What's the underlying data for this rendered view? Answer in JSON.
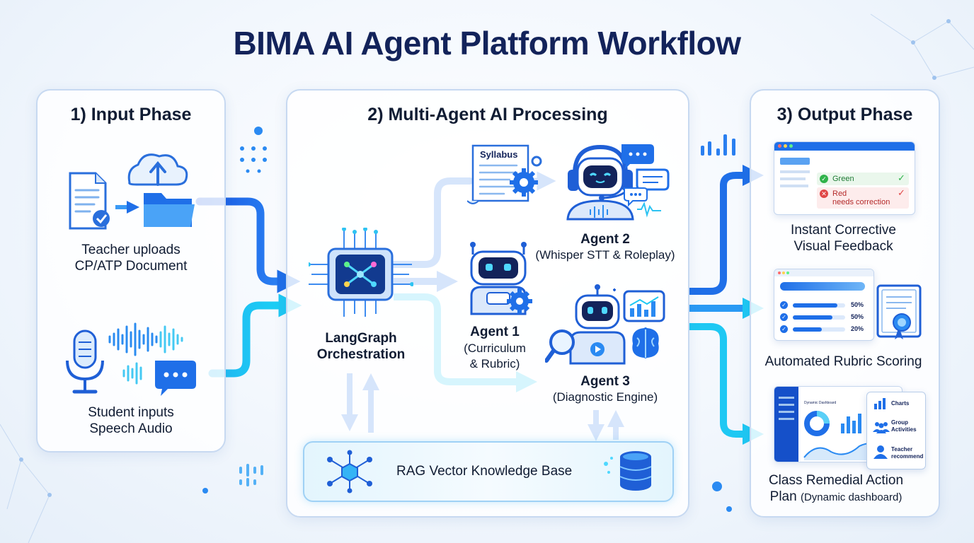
{
  "title": "BIMA AI Agent Platform Workflow",
  "input_phase": {
    "title": "1) Input Phase",
    "teacher_label": [
      "Teacher uploads",
      "CP/ATP Document"
    ],
    "student_label": [
      "Student inputs",
      "Speech Audio"
    ]
  },
  "processing": {
    "title": "2) Multi-Agent AI Processing",
    "orchestrator": [
      "LangGraph",
      "Orchestration"
    ],
    "syllabus_tag": "Syllabus",
    "agent1": {
      "name": "Agent 1",
      "desc": [
        "(Curriculum",
        "& Rubric)"
      ]
    },
    "agent2": {
      "name": "Agent 2",
      "desc": "(Whisper STT & Roleplay)"
    },
    "agent3": {
      "name": "Agent 3",
      "desc": "(Diagnostic Engine)"
    },
    "knowledge_base": "RAG Vector Knowledge Base"
  },
  "output_phase": {
    "title": "3) Output Phase",
    "feedback": {
      "green_label": "Green",
      "red_label": "Red",
      "red_note": "needs correction",
      "caption": [
        "Instant Corrective",
        "Visual Feedback"
      ]
    },
    "rubric": {
      "rows": [
        {
          "percent": "50%",
          "fill": 0.85
        },
        {
          "percent": "50%",
          "fill": 0.75
        },
        {
          "percent": "20%",
          "fill": 0.55
        }
      ],
      "caption": "Automated Rubric Scoring"
    },
    "dashboard": {
      "header": "Dynamic Dashboard",
      "menu": [
        "Charts",
        "Group Activities",
        "Teacher recommend"
      ],
      "caption_main": "Class Remedial Action",
      "caption_plan": "Plan",
      "caption_sub": "(Dynamic dashboard)"
    }
  },
  "colors": {
    "navy": "#13235a",
    "blue": "#1f6fe8",
    "cyan": "#1ec8f3",
    "green": "#2fb34a",
    "red": "#e04747"
  }
}
